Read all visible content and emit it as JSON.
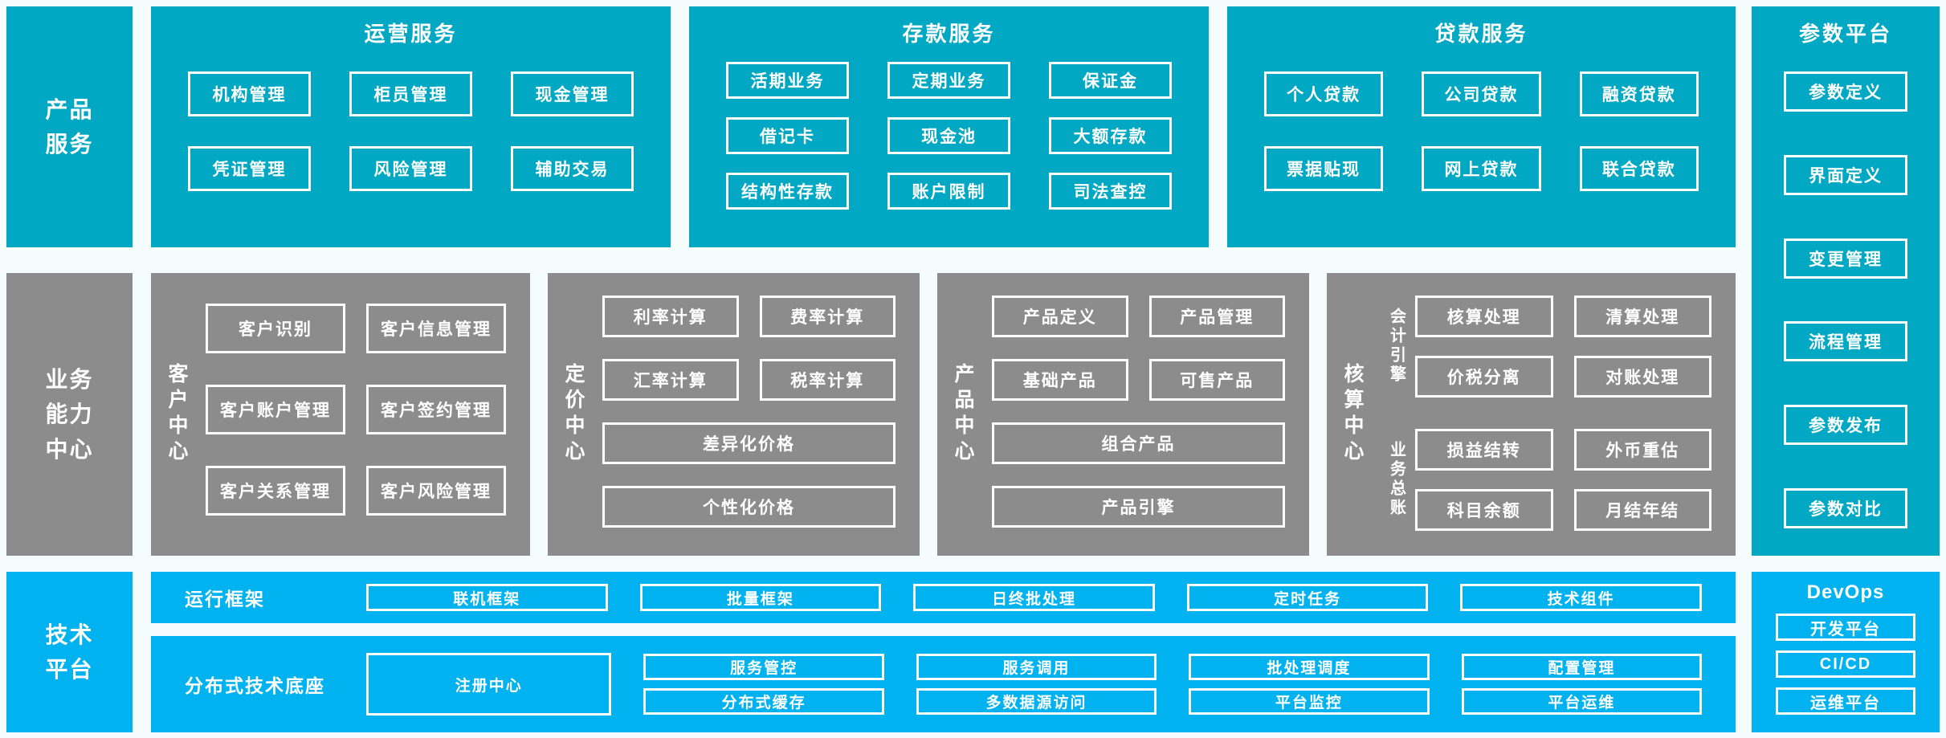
{
  "colors": {
    "teal": "#00a8c3",
    "blue": "#00b2f0",
    "gray": "#8c8c8c",
    "bg": "#f5fcfc",
    "box_border": "#ffffff",
    "text": "#ffffff"
  },
  "product_row": {
    "label": [
      "产品",
      "服务"
    ],
    "ops": {
      "title": "运营服务",
      "items": [
        "机构管理",
        "柜员管理",
        "现金管理",
        "凭证管理",
        "风险管理",
        "辅助交易"
      ]
    },
    "deposit": {
      "title": "存款服务",
      "items": [
        "活期业务",
        "定期业务",
        "保证金",
        "借记卡",
        "现金池",
        "大额存款",
        "结构性存款",
        "账户限制",
        "司法查控"
      ]
    },
    "loan": {
      "title": "贷款服务",
      "items": [
        "个人贷款",
        "公司贷款",
        "融资贷款",
        "票据贴现",
        "网上贷款",
        "联合贷款"
      ]
    }
  },
  "param_platform": {
    "title": "参数平台",
    "items": [
      "参数定义",
      "界面定义",
      "变更管理",
      "流程管理",
      "参数发布",
      "参数对比"
    ]
  },
  "business_row": {
    "label": [
      "业务",
      "能力",
      "中心"
    ],
    "customer": {
      "label": "客户中心",
      "items": [
        "客户识别",
        "客户信息管理",
        "客户账户管理",
        "客户签约管理",
        "客户关系管理",
        "客户风险管理"
      ]
    },
    "pricing": {
      "label": "定价中心",
      "items": [
        "利率计算",
        "费率计算",
        "汇率计算",
        "税率计算"
      ],
      "wide_items": [
        "差异化价格",
        "个性化价格"
      ]
    },
    "product_center": {
      "label": "产品中心",
      "items": [
        "产品定义",
        "产品管理",
        "基础产品",
        "可售产品"
      ],
      "wide_items": [
        "组合产品",
        "产品引擎"
      ]
    },
    "accounting": {
      "label": "核算中心",
      "groups": [
        {
          "label": "会计引擎",
          "items": [
            "核算处理",
            "清算处理",
            "价税分离",
            "对账处理"
          ]
        },
        {
          "label": "业务总账",
          "items": [
            "损益结转",
            "外币重估",
            "科目余额",
            "月结年结"
          ]
        }
      ]
    }
  },
  "tech_row": {
    "label": [
      "技术",
      "平台"
    ],
    "runtime": {
      "label": "运行框架",
      "items": [
        "联机框架",
        "批量框架",
        "日终批处理",
        "定时任务",
        "技术组件"
      ]
    },
    "distributed": {
      "label": "分布式技术底座",
      "registry": "注册中心",
      "columns": [
        [
          "服务管控",
          "分布式缓存"
        ],
        [
          "服务调用",
          "多数据源访问"
        ],
        [
          "批处理调度",
          "平台监控"
        ],
        [
          "配置管理",
          "平台运维"
        ]
      ]
    },
    "devops": {
      "title": "DevOps",
      "items": [
        "开发平台",
        "CI/CD",
        "运维平台"
      ]
    }
  }
}
